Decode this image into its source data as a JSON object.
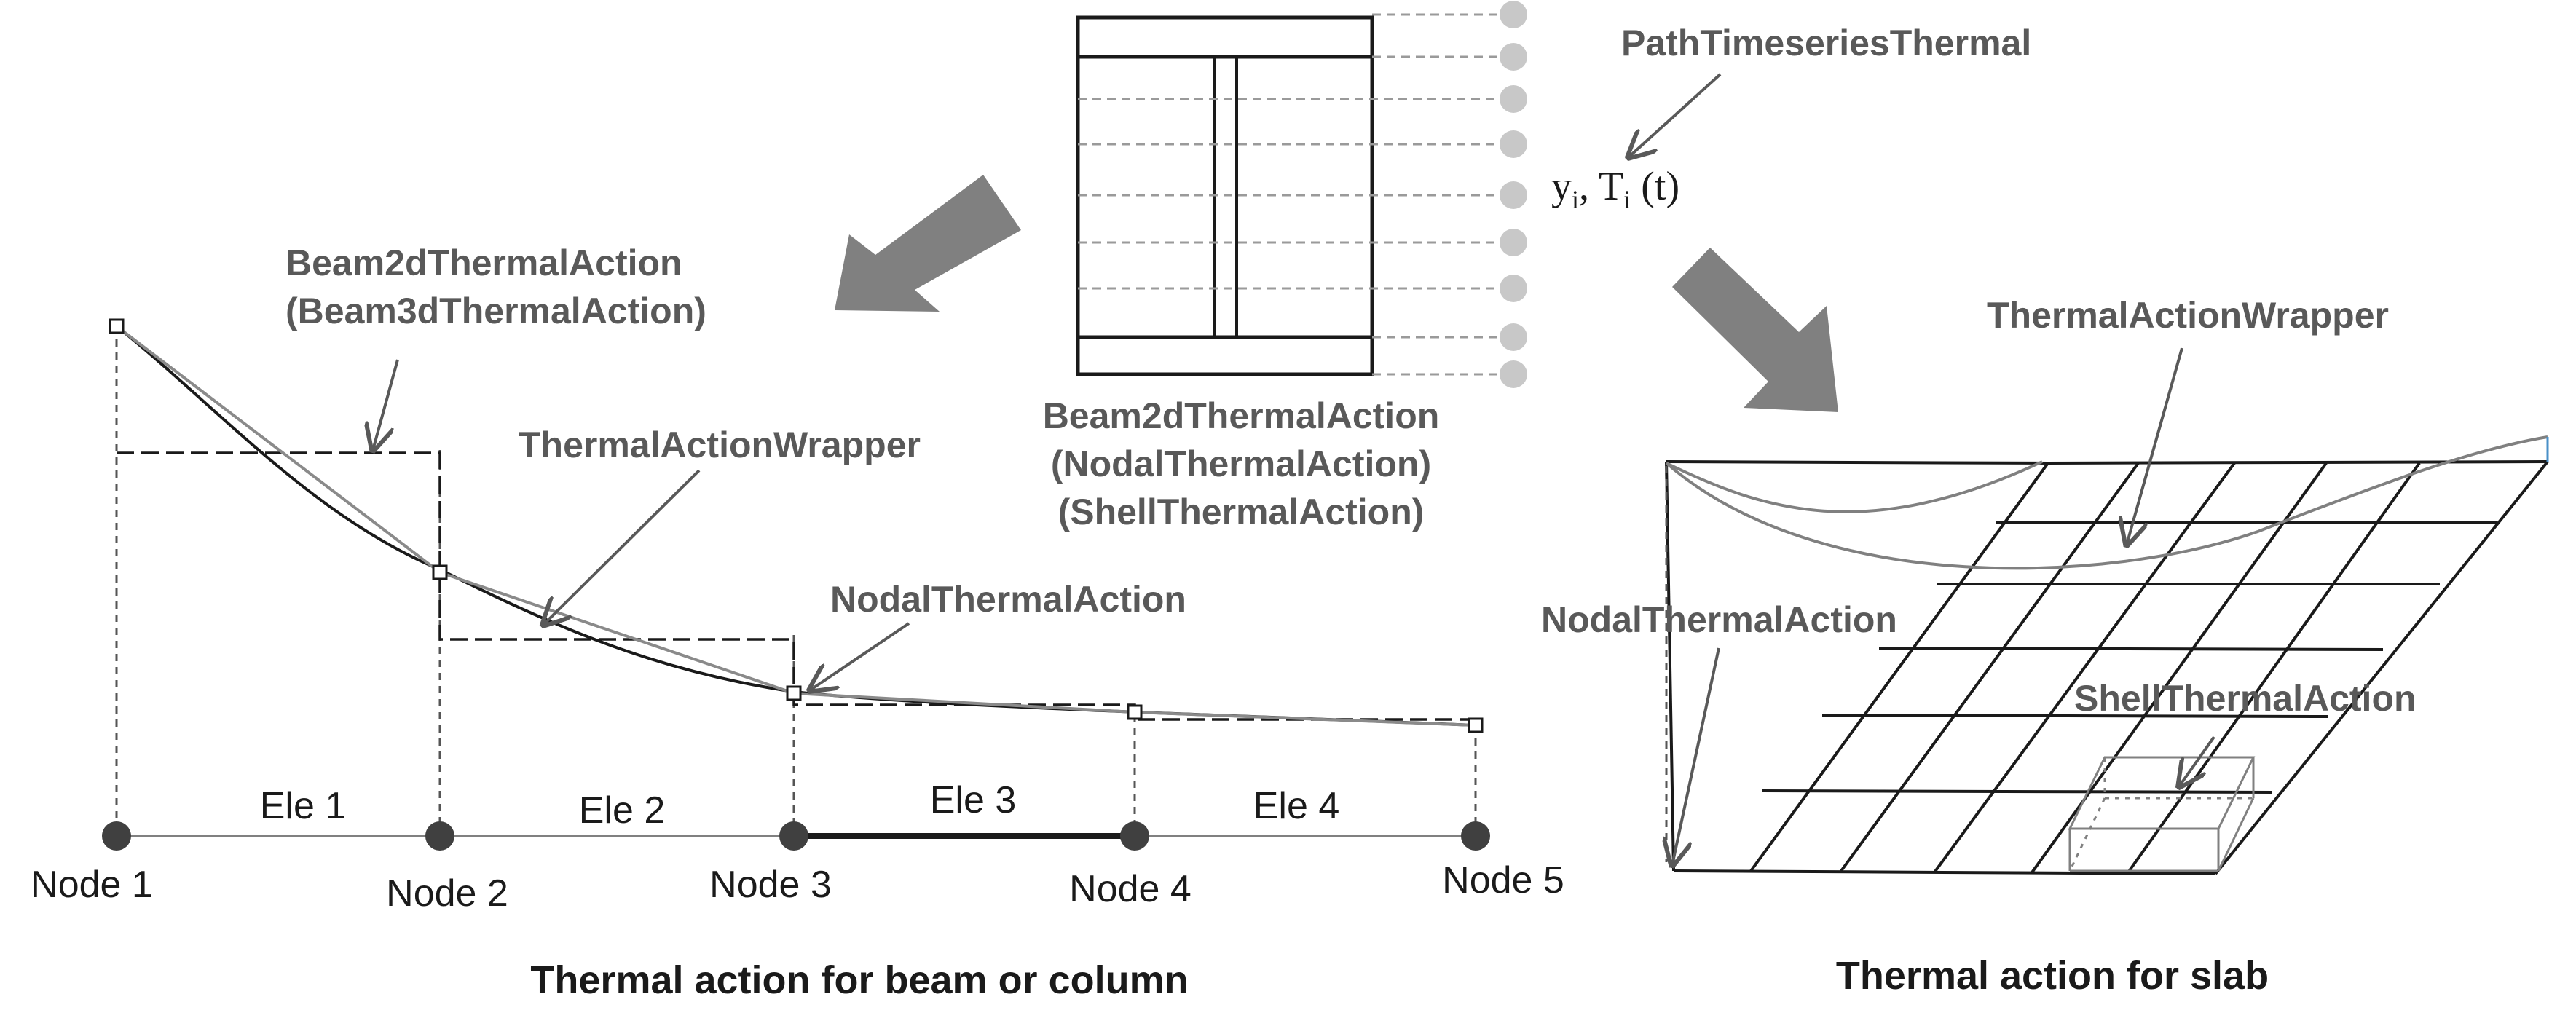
{
  "labels": {
    "path_timeseries": "PathTimeseriesThermal",
    "yi_base": "y",
    "yi_sub": "i",
    "ti_comma": ", ",
    "ti_base": "T",
    "ti_sub": "i",
    "ti_arg": " (t)",
    "section_action_1": "Beam2dThermalAction",
    "section_action_2": "(NodalThermalAction)",
    "section_action_3": "(ShellThermalAction)",
    "beam_action_1": "Beam2dThermalAction",
    "beam_action_2": "(Beam3dThermalAction)",
    "beam_wrapper": "ThermalActionWrapper",
    "beam_nodal": "NodalThermalAction",
    "slab_wrapper": "ThermalActionWrapper",
    "slab_nodal": "NodalThermalAction",
    "slab_shell": "ShellThermalAction"
  },
  "elements": [
    "Ele 1",
    "Ele 2",
    "Ele 3",
    "Ele 4"
  ],
  "nodes": [
    "Node 1",
    "Node 2",
    "Node 3",
    "Node 4",
    "Node 5"
  ],
  "captions": {
    "beam": "Thermal action for beam or column",
    "slab": "Thermal action for slab"
  },
  "colors": {
    "label_gray": "#595959",
    "arrow_gray": "#808080",
    "dot_gray": "#c8c8c8",
    "node_dark": "#404040",
    "line_black": "#1a1a1a"
  }
}
